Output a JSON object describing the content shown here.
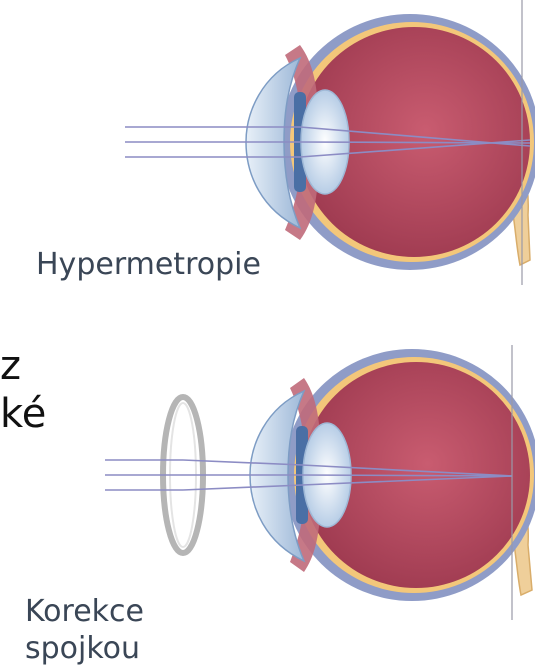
{
  "diagram": {
    "label_top": "Hypermetropie",
    "label_bottom_line1": "Korekce",
    "label_bottom_line2": "spojkou",
    "slide_fragment_line1": "z",
    "slide_fragment_line2": "ké"
  },
  "colors": {
    "vitreous": "#b84a5e",
    "sclera": "#8f9cc7",
    "choroid": "#f3c77a",
    "optic_nerve": "#efcf9a",
    "cornea": "#cfe0f0",
    "iris": "#4a6fa5",
    "lens": "#dfeaf6",
    "rays": "#7f80bf",
    "text": "#3a4656"
  }
}
